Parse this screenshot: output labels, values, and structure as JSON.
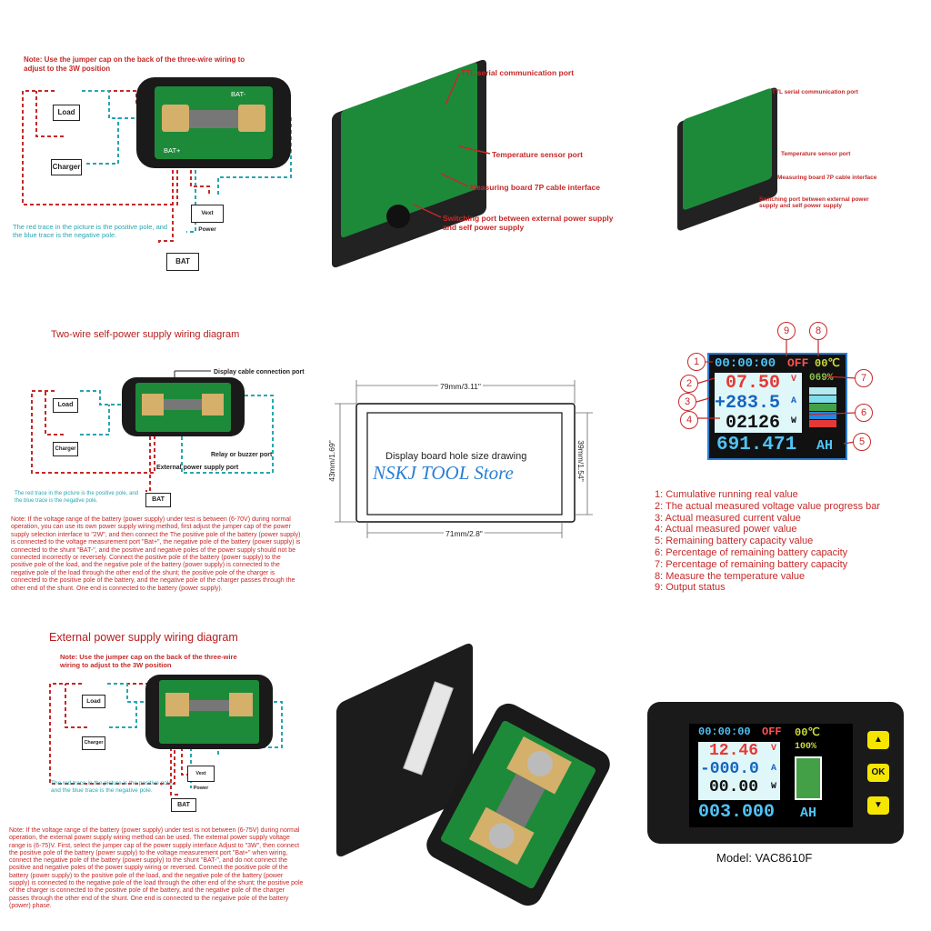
{
  "colors": {
    "red_wire": "#c62828",
    "teal_wire": "#26a6b0",
    "accent": "#1565c0",
    "pcb": "#1d8a3a"
  },
  "panel1": {
    "note": "Note: Use the jumper cap on the back of the three-wire wiring to adjust to the 3W position",
    "load": "Load",
    "charger": "Charger",
    "vext": "Vext Power",
    "bat": "BAT",
    "bat_plus": "BAT+",
    "bat_minus": "BAT-",
    "trace_note": "The red trace in the picture is the positive pole, and the blue trace is the negative pole."
  },
  "panel2": {
    "ttl": "TTL serial communication port",
    "temp": "Temperature sensor port",
    "measure": "Measuring board 7P cable interface",
    "switch": "Switching port between external power supply and self power supply"
  },
  "panel3": {
    "ttl": "TTL serial communication port",
    "temp": "Temperature sensor port",
    "measure": "Measuring board 7P cable interface",
    "switch": "Switching port between external power supply and self power supply"
  },
  "panel4": {
    "title": "Two-wire self-power supply wiring diagram",
    "display_cable": "Display cable connection port",
    "relay": "Relay or buzzer port",
    "ext_port": "External power supply port",
    "load": "Load",
    "charger": "Charger",
    "bat": "BAT",
    "trace_note": "The red trace in the picture is the positive pole, and the blue trace is the negative pole.",
    "note": "Note: If the voltage range of the battery (power supply) under test is between (6-70V) during normal operation, you can use its own power supply wiring method, first adjust the jumper cap of the power supply selection interface to \"2W\", and then connect the The positive pole of the battery (power supply) is connected to the voltage measurement port \"Bat+\", the negative pole of the battery (power supply) is connected to the shunt \"BAT-\", and the positive and negative poles of the power supply should not be connected incorrectly or reversely. Connect the positive pole of the battery (power supply) to the positive pole of the load, and the negative pole of the battery (power supply) is connected to the negative pole of the load through the other end of the shunt; the positive pole of the charger is connected to the positive pole of the battery, and the negative pole of the charger passes through the other end of the shunt. One end is connected to the battery (power supply)."
  },
  "panel5": {
    "top": "79mm/3.11\"",
    "bottom": "71mm/2.8\"",
    "left": "43mm/1.69\"",
    "right": "39mm/1.54\"",
    "center": "Display board hole size drawing",
    "watermark": "NSKJ TOOL Store"
  },
  "panel6": {
    "time": "00:00:00",
    "status": "OFF",
    "temp": "00℃",
    "pct": "069%",
    "voltage": "07.50",
    "v_unit": "V",
    "current": "+283.5",
    "a_unit": "A",
    "power": "02126",
    "w_unit": "W",
    "capacity": "691.471",
    "cap_unit": "AH",
    "callouts": [
      "1",
      "2",
      "3",
      "4",
      "5",
      "6",
      "7",
      "8",
      "9"
    ],
    "legend": [
      "1: Cumulative running real value",
      "2: The actual measured voltage value progress bar",
      "3: Actual measured current value",
      "4: Actual measured power value",
      "5: Remaining battery capacity value",
      "6: Percentage of remaining battery capacity",
      "7: Percentage of remaining battery capacity",
      "8: Measure the temperature value",
      "9: Output status"
    ]
  },
  "panel7": {
    "title": "External power supply wiring diagram",
    "note": "Note: Use the jumper cap on the back of the three-wire wiring to adjust to the 3W position",
    "load": "Load",
    "charger": "Charger",
    "vext": "Vext Power",
    "bat": "BAT",
    "trace_note": "The red trace in the picture is the positive pole, and the blue trace is the negative pole.",
    "note2": "Note: If the voltage range of the battery (power supply) under test is not between (6-75V) during normal operation, the external power supply wiring method can be used. The external power supply voltage range is (6-75)V. First, select the jumper cap of the power supply interface Adjust to \"3W\", then connect the positive pole of the battery (power supply) to the voltage measurement port \"Bat+\" when wiring, connect the negative pole of the battery (power supply) to the shunt \"BAT-\", and do not connect the positive and negative poles of the power supply wiring or reversed. Connect the positive pole of the battery (power supply) to the positive pole of the load, and the negative pole of the battery (power supply) is connected to the negative pole of the load through the other end of the shunt; the positive pole of the charger is connected to the positive pole of the battery, and the negative pole of the charger passes through the other end of the shunt. One end is connected to the negative pole of the battery (power) phase."
  },
  "panel9": {
    "time": "00:00:00",
    "status": "OFF",
    "temp": "00℃",
    "pct": "100%",
    "voltage": "12.46",
    "v_unit": "V",
    "current": "-000.0",
    "a_unit": "A",
    "power": "00.00",
    "w_unit": "W",
    "capacity": "003.000",
    "cap_unit": "AH",
    "btn_up": "▲",
    "btn_ok": "OK",
    "btn_down": "▼",
    "model": "Model: VAC8610F"
  }
}
